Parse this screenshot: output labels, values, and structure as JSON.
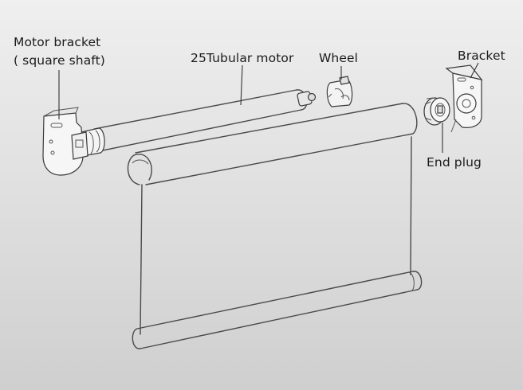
{
  "labels": {
    "motor_bracket_line1": "Motor bracket",
    "motor_bracket_line2": "( square shaft)",
    "tubular_motor": "25Tubular motor",
    "wheel": "Wheel",
    "bracket": "Bracket",
    "end_plug": "End plug"
  },
  "colors": {
    "background_top": "#efefef",
    "background_bottom": "#cfcfcf",
    "line": "#4a4a4a"
  }
}
